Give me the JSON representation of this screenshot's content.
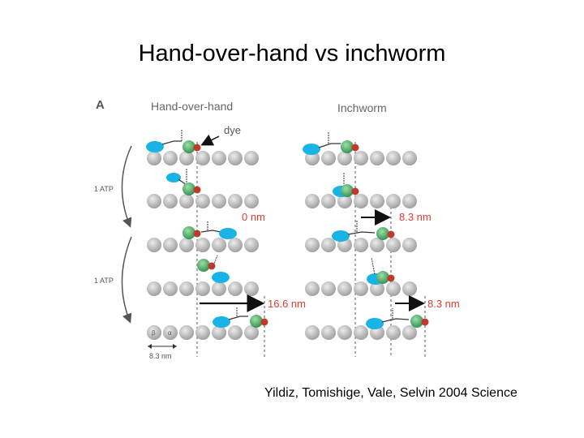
{
  "slide": {
    "title": "Hand-over-hand vs inchworm",
    "citation": "Yildiz, Tomishige, Vale, Selvin 2004 Science"
  },
  "figure": {
    "panel_label": "A",
    "left_column_title": "Hand-over-hand",
    "right_column_title": "Inchworm",
    "dye_label": "dye",
    "atp_labels": [
      "1 ATP",
      "1 ATP"
    ],
    "step_labels": {
      "hoh_first": "0 nm",
      "hoh_second": "16.6 nm",
      "inch_first": "8.3 nm",
      "inch_second": "8.3 nm"
    },
    "scale_label": "8.3 nm",
    "tubulin_labels": [
      "β",
      "α"
    ],
    "colors": {
      "tubulin": "#bdbdbd",
      "head_blue": "#19b3e6",
      "head_green": "#4db36b",
      "dye_red": "#c0392b",
      "step_text": "#e03a2e",
      "label_text": "#555555"
    }
  }
}
